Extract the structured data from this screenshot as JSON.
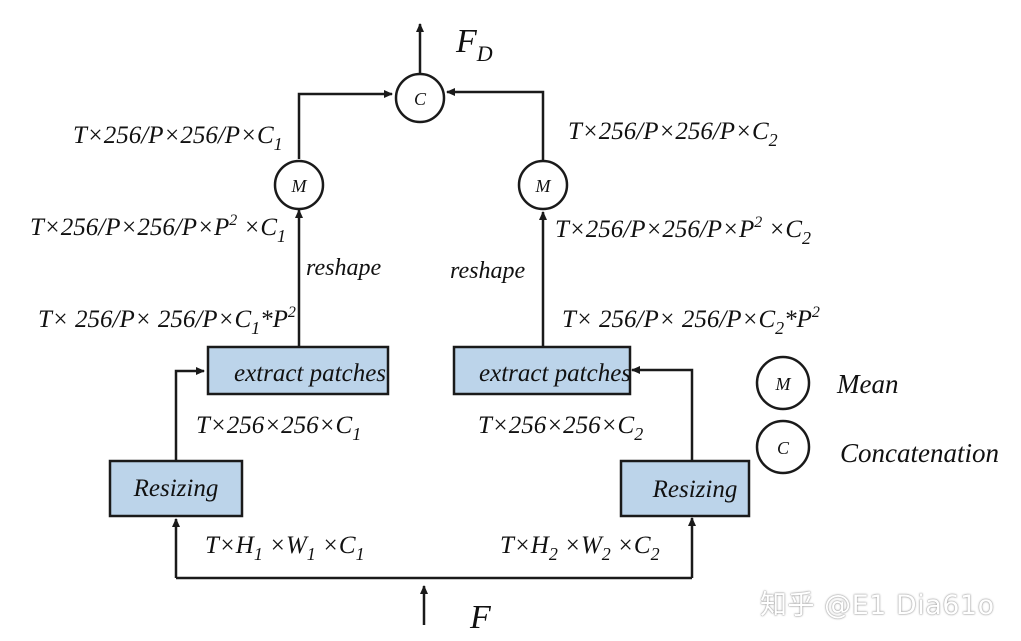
{
  "output": {
    "base": "F",
    "sub": "D"
  },
  "input": "F",
  "left": {
    "dim_top": {
      "pre": "T×256/P×256/P×C",
      "sub": "1",
      "post": ""
    },
    "mean": "M",
    "dim_reshaped": {
      "pre": "T×256/P×256/P×P",
      "sup": "2",
      "post": " ×C",
      "sub": "1"
    },
    "reshape": "reshape",
    "dim_patches": {
      "pre": "T× 256/P× 256/P×C",
      "sub": "1",
      "post": "*P",
      "sup": "2"
    },
    "extract": "extract patches",
    "dim_resized": {
      "pre": "T×256×256×C",
      "sub": "1"
    },
    "resizing": "Resizing",
    "dim_input": {
      "a": "T×H",
      "s1": "1",
      "b": " ×W",
      "s2": "1",
      "c": " ×C",
      "s3": "1"
    }
  },
  "right": {
    "dim_top": {
      "pre": "T×256/P×256/P×C",
      "sub": "2",
      "post": ""
    },
    "mean": "M",
    "dim_reshaped": {
      "pre": "T×256/P×256/P×P",
      "sup": "2",
      "post": " ×C",
      "sub": "2"
    },
    "reshape": "reshape",
    "dim_patches": {
      "pre": "T× 256/P× 256/P×C",
      "sub": "2",
      "post": "*P",
      "sup": "2"
    },
    "extract": "extract patches",
    "dim_resized": {
      "pre": "T×256×256×C",
      "sub": "2"
    },
    "resizing": "Resizing",
    "dim_input": {
      "a": "T×H",
      "s1": "2",
      "b": " ×W",
      "s2": "2",
      "c": " ×C",
      "s3": "2"
    }
  },
  "concat_symbol": "C",
  "legend": {
    "mean_symbol": "M",
    "mean_label": "Mean",
    "concat_symbol": "C",
    "concat_label": "Concatenation"
  },
  "watermark": "知乎 @E1 Dia61o"
}
